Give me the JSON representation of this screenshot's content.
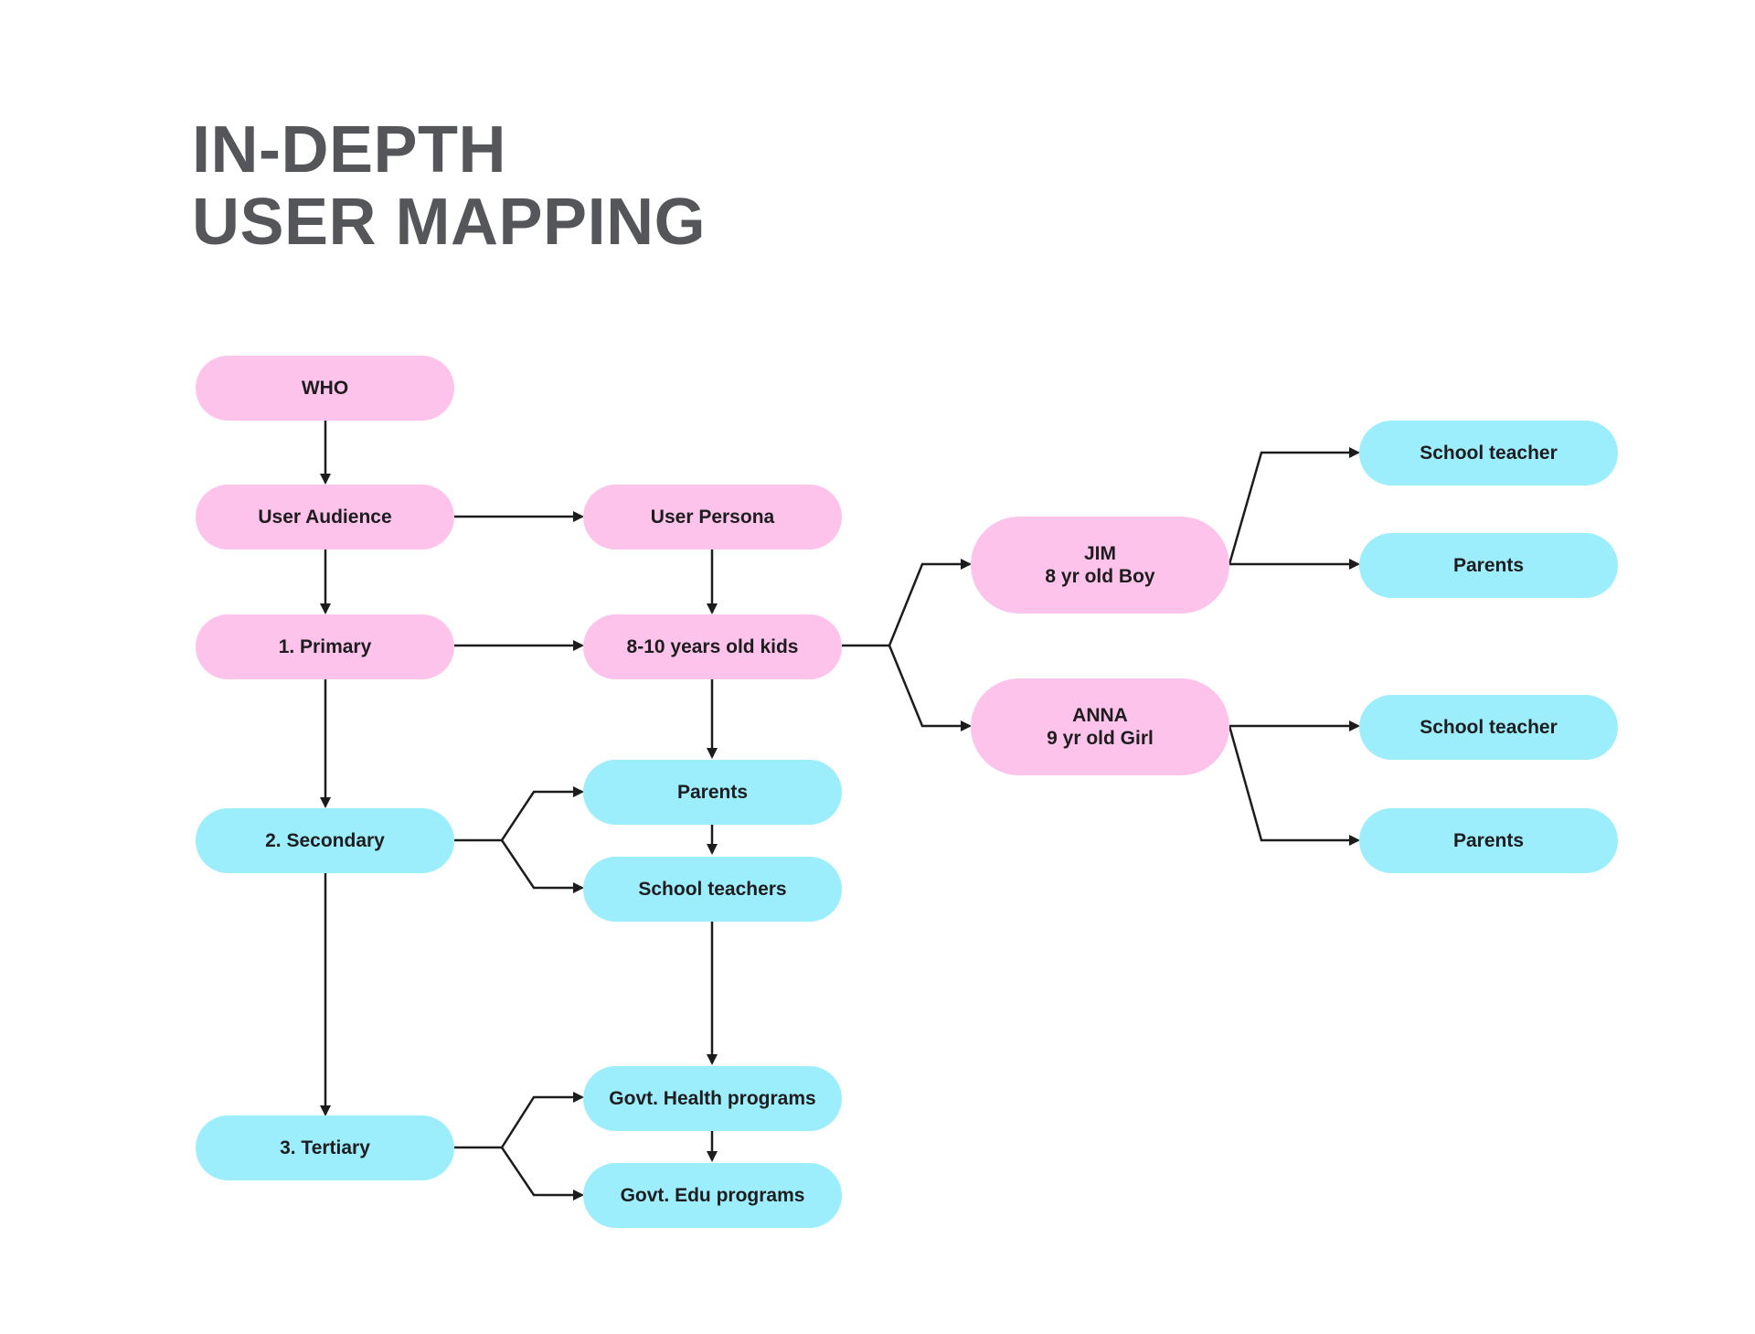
{
  "title": {
    "line1": "IN-DEPTH",
    "line2": "USER MAPPING"
  },
  "colors": {
    "primary_node": "#fdc3ea",
    "secondary_node": "#9deefc",
    "title_text": "#545659",
    "node_text": "#1d1d1f",
    "arrow": "#1c1c1c"
  },
  "nodes": {
    "who": "WHO",
    "user_audience": "User Audience",
    "user_persona": "User Persona",
    "primary": "1. Primary",
    "kids": "8-10 years old kids",
    "secondary": "2. Secondary",
    "parents_mid": "Parents",
    "school_teachers_mid": "School teachers",
    "tertiary": "3. Tertiary",
    "govt_health": "Govt. Health programs",
    "govt_edu": "Govt. Edu programs",
    "jim": {
      "name": "JIM",
      "desc": "8 yr old Boy"
    },
    "anna": {
      "name": "ANNA",
      "desc": "9 yr old Girl"
    },
    "jim_school_teacher": "School teacher",
    "jim_parents": "Parents",
    "anna_school_teacher": "School teacher",
    "anna_parents": "Parents"
  }
}
